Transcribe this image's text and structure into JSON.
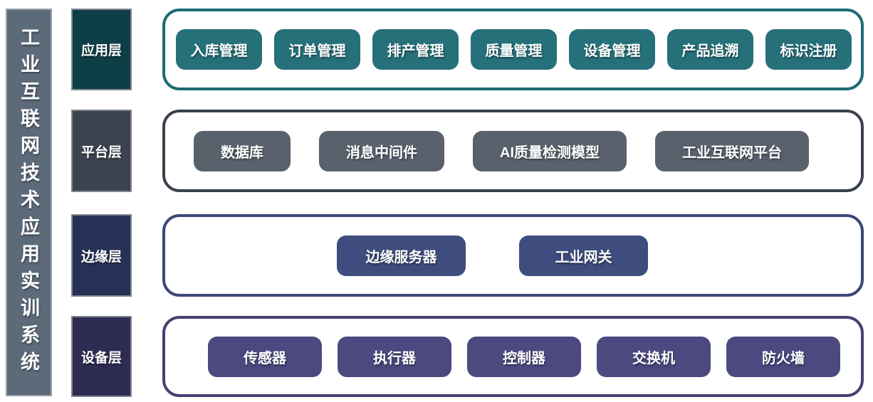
{
  "title": "工业互联网技术应用实训系统",
  "colors": {
    "background": "#ffffff",
    "sidebar_bg": "#5c6a7a",
    "label_border": "#80868e",
    "text": "#ffffff"
  },
  "layers": [
    {
      "id": "application",
      "label": "应用层",
      "label_bg": "#0e3e46",
      "container_border": "#1d6b76",
      "item_bg": "#26707a",
      "items": [
        "入库管理",
        "订单管理",
        "排产管理",
        "质量管理",
        "设备管理",
        "产品追溯",
        "标识注册"
      ]
    },
    {
      "id": "platform",
      "label": "平台层",
      "label_bg": "#3c434e",
      "container_border": "#3a414d",
      "item_bg": "#59616d",
      "items": [
        "数据库",
        "消息中间件",
        "AI质量检测模型",
        "工业互联网平台"
      ]
    },
    {
      "id": "edge",
      "label": "边缘层",
      "label_bg": "#273156",
      "container_border": "#3d4777",
      "item_bg": "#3e4d7d",
      "items": [
        "边缘服务器",
        "工业网关"
      ]
    },
    {
      "id": "device",
      "label": "设备层",
      "label_bg": "#2e2c52",
      "container_border": "#454175",
      "item_bg": "#4b4980",
      "items": [
        "传感器",
        "执行器",
        "控制器",
        "交换机",
        "防火墙"
      ]
    }
  ]
}
